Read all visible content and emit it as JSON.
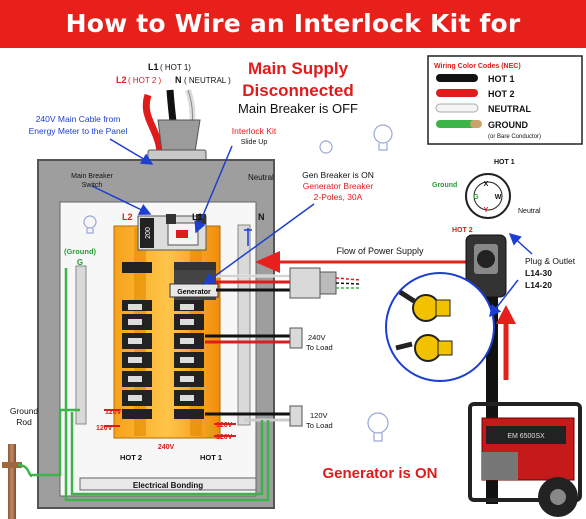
{
  "title": "How to Wire an Interlock Kit for Generator ?",
  "supply": {
    "line1": "Main Supply",
    "line2": "Disconnected",
    "line3": "Main Breaker is OFF"
  },
  "cable": {
    "l1": "L1",
    "l1_tag": "( HOT 1)",
    "l2": "L2",
    "l2_tag": "( HOT 2 )",
    "n": "N",
    "n_tag": "( NEUTRAL )",
    "note1": "240V Main Cable from",
    "note2": "Energy Meter to the Panel"
  },
  "interlock": {
    "label": "Interlock Kit",
    "sub": "Slide Up"
  },
  "gen_breaker": {
    "line1": "Gen Breaker is ON",
    "line2": "Generator Breaker",
    "line3": "2-Poles, 30A"
  },
  "panel": {
    "main_breaker_1": "Main Breaker",
    "main_breaker_2": "Switch",
    "l2": "L2",
    "l1": "L1",
    "n": "N",
    "neutral": "Neutral",
    "ground": "(Ground)",
    "g": "G",
    "breaker_rating": "200",
    "generator": "Generator",
    "v120a": "120V",
    "v120b": "120V",
    "v120c": "120V",
    "v120d": "120V",
    "v240": "240V",
    "hot2": "HOT 2",
    "hot1": "HOT 1",
    "bonding": "Electrical Bonding"
  },
  "loads": {
    "load240_1": "240V",
    "load240_2": "To Load",
    "load120_1": "120V",
    "load120_2": "To Load"
  },
  "flow": "Flow of Power Supply",
  "ground_rod": {
    "line1": "Ground",
    "line2": "Rod"
  },
  "legend": {
    "title": "Wiring Color Codes (NEC)",
    "items": [
      "HOT 1",
      "HOT 2",
      "NEUTRAL",
      "GROUND"
    ],
    "note": "(or Bare Conductor)",
    "colors": {
      "hot1": "#111111",
      "hot2": "#e01b1b",
      "neutral": "#f4f4f4",
      "ground": "#3cb44a"
    }
  },
  "outlet": {
    "hot1": "HOT 1",
    "hot2": "HOT 2",
    "ground": "Ground",
    "neutral": "Neutral",
    "x": "X",
    "y": "Y",
    "g": "G",
    "w": "W",
    "plug1": "Plug & Outlet",
    "plug2": "L14-30",
    "plug3": "L14-20"
  },
  "generator_on": "Generator is ON",
  "generator_model": "EM 6500SX"
}
